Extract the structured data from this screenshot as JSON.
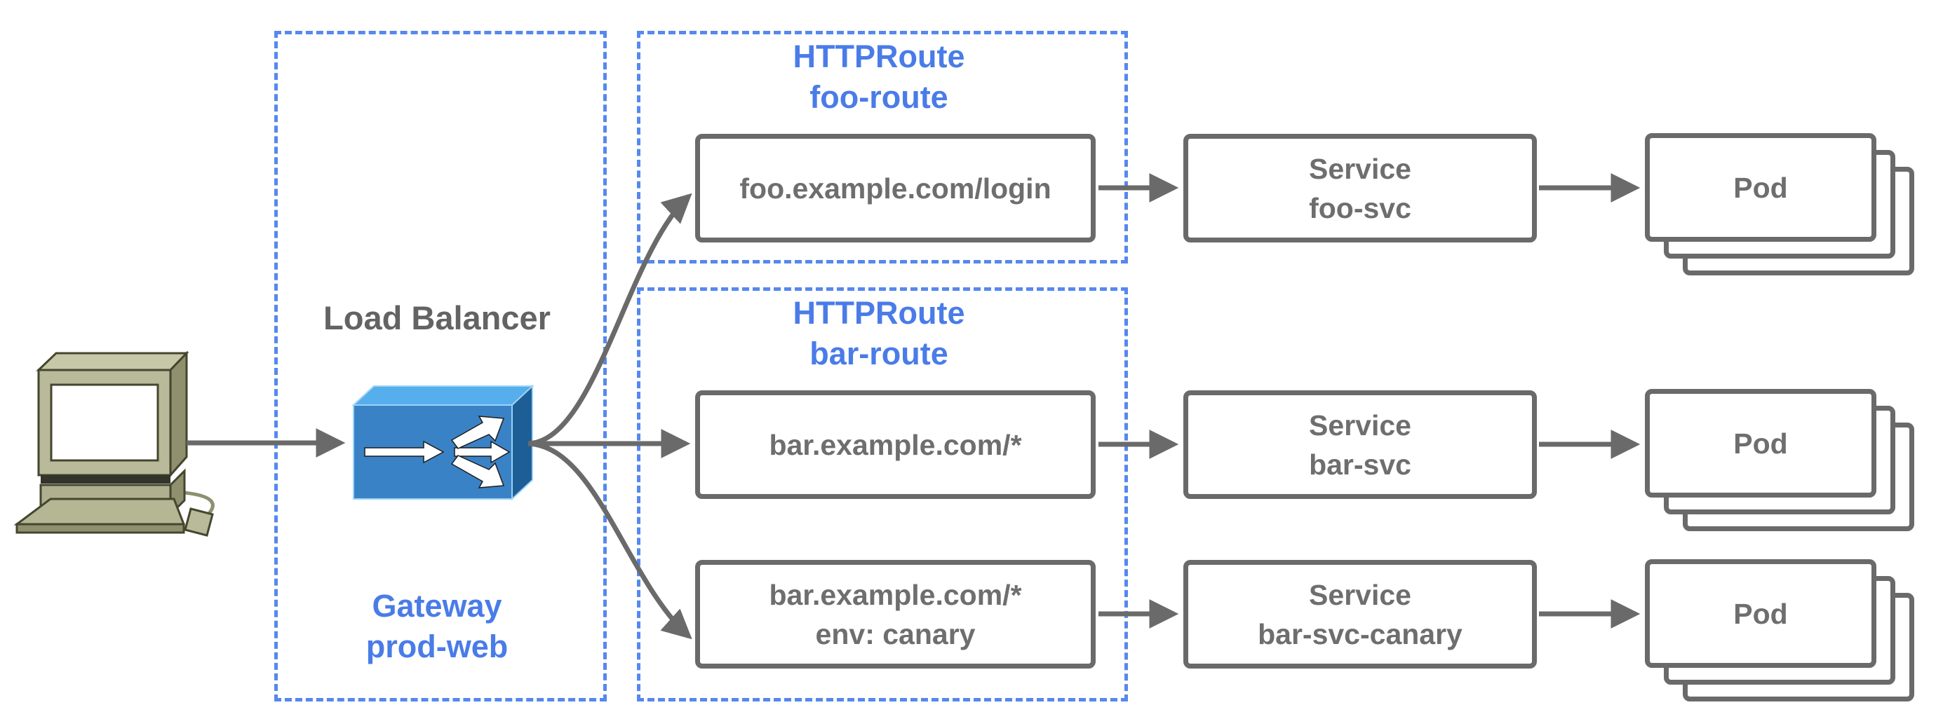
{
  "gateway": {
    "label": "Load Balancer",
    "boundary_line1": "Gateway",
    "boundary_line2": "prod-web"
  },
  "routes": {
    "foo": {
      "title_line1": "HTTPRoute",
      "title_line2": "foo-route",
      "match": "foo.example.com/login"
    },
    "bar": {
      "title_line1": "HTTPRoute",
      "title_line2": "bar-route",
      "match": "bar.example.com/*",
      "canary_match_line1": "bar.example.com/*",
      "canary_match_line2": "env: canary"
    }
  },
  "services": {
    "foo": {
      "line1": "Service",
      "line2": "foo-svc"
    },
    "bar": {
      "line1": "Service",
      "line2": "bar-svc"
    },
    "canary": {
      "line1": "Service",
      "line2": "bar-svc-canary"
    }
  },
  "pods": {
    "label": "Pod"
  },
  "colors": {
    "accent_blue_text": "#4a7ce8",
    "dashed_blue": "#5688ee",
    "outline_gray": "#6a6a6a",
    "lb_front_blue": "#3a82c6",
    "lb_top_blue": "#56aeec",
    "lb_side_blue": "#1e5e97",
    "computer_body": "#b8ba9a"
  }
}
